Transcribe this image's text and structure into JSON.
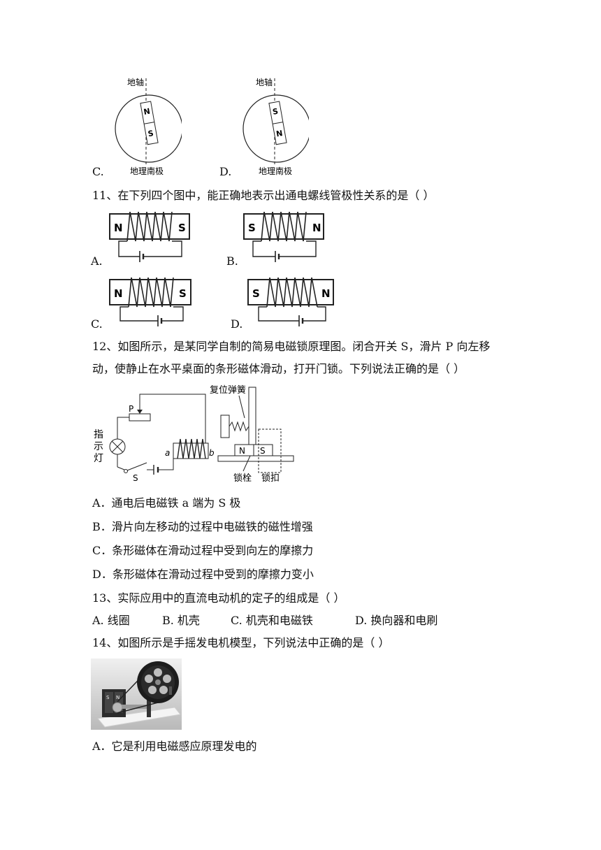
{
  "q10": {
    "option_c": "C.",
    "option_d": "D.",
    "axis_label": "地轴",
    "south_pole_label": "地理南极",
    "c_top": "N",
    "c_bottom": "S",
    "d_top": "S",
    "d_bottom": "N"
  },
  "q11": {
    "stem": "11、在下列四个图中，能正确地表示出通电螺线管极性关系的是（   ）",
    "option_a": "A.",
    "option_b": "B.",
    "option_c": "C.",
    "option_d": "D.",
    "a_left": "N",
    "a_right": "S",
    "b_left": "S",
    "b_right": "N",
    "c_left": "N",
    "c_right": "S",
    "d_left": "S",
    "d_right": "N"
  },
  "q12": {
    "stem_line1": "12、如图所示，是某同学自制的简易电磁锁原理图。闭合开关 S，滑片 P 向左移",
    "stem_line2": "动，使静止在水平桌面的条形磁体滑动，打开门锁。下列说法正确的是（        ）",
    "label_spring": "复位弹簧",
    "label_p": "P",
    "label_lamp": [
      "指",
      "示",
      "灯"
    ],
    "label_a": "a",
    "label_b": "b",
    "label_s": "S",
    "label_magnet_n": "N",
    "label_magnet_s": "S",
    "label_bolt": "锁栓",
    "label_buckle": "锁扣",
    "option_a": "A．通电后电磁铁 a 端为 S 极",
    "option_b": "B．滑片向左移动的过程中电磁铁的磁性增强",
    "option_c": "C．条形磁体在滑动过程中受到向左的摩擦力",
    "option_d": "D．条形磁体在滑动过程中受到的摩擦力变小"
  },
  "q13": {
    "stem": "13、实际应用中的直流电动机的定子的组成是（   ）",
    "option_a": "A. 线圈",
    "option_b": "B. 机壳",
    "option_c": "C. 机壳和电磁铁",
    "option_d": "D. 换向器和电刷"
  },
  "q14": {
    "stem": "14、如图所示是手摇发电机模型，下列说法中正确的是（      ）",
    "photo_s": "S",
    "photo_n": "N",
    "option_a": "A．它是利用电磁感应原理发电的"
  }
}
